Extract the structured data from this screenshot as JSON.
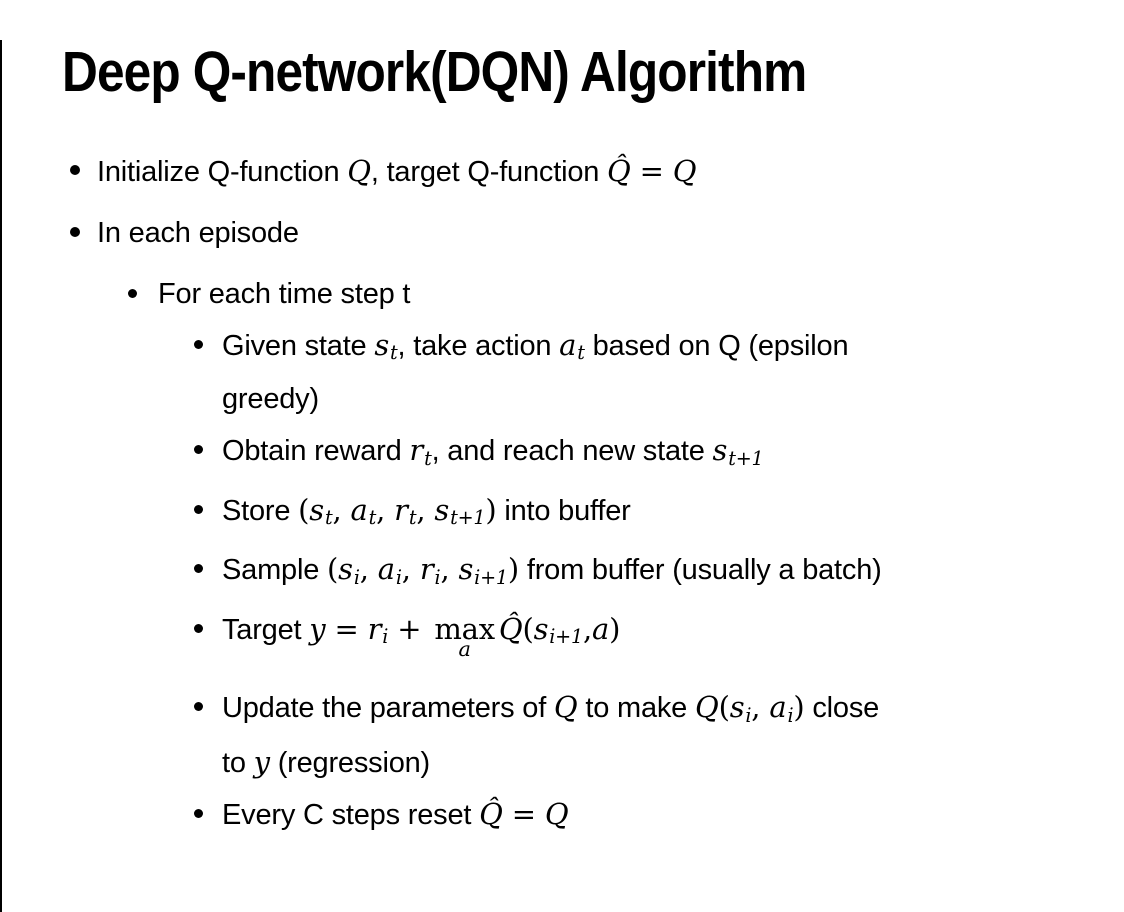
{
  "colors": {
    "text": "#000000",
    "background": "#ffffff",
    "edge_line": "#000000"
  },
  "slide": {
    "title": "Deep Q-network(DQN) Algorithm",
    "bullets": [
      {
        "level": 1,
        "segments": [
          {
            "t": "Initialize Q-function ",
            "s": "plain"
          },
          {
            "t": "Q",
            "s": "m"
          },
          {
            "t": ", target Q-function ",
            "s": "plain"
          },
          {
            "t": "Q̂",
            "s": "m"
          },
          {
            "t": " = ",
            "s": "mu"
          },
          {
            "t": "Q",
            "s": "m"
          }
        ]
      },
      {
        "level": 1,
        "segments": [
          {
            "t": "In each episode",
            "s": "plain"
          }
        ]
      },
      {
        "level": 2,
        "segments": [
          {
            "t": "For each time step t",
            "s": "plain"
          }
        ]
      },
      {
        "level": 3,
        "segments": [
          {
            "t": "Given state ",
            "s": "plain"
          },
          {
            "t": "s",
            "s": "m"
          },
          {
            "t": "t",
            "s": "sub"
          },
          {
            "t": ", take action ",
            "s": "plain"
          },
          {
            "t": "a",
            "s": "m"
          },
          {
            "t": "t",
            "s": "sub"
          },
          {
            "t": " based on Q (epsilon",
            "s": "plain"
          },
          {
            "s": "br"
          },
          {
            "t": "greedy)",
            "s": "plain"
          }
        ]
      },
      {
        "level": 3,
        "segments": [
          {
            "t": "Obtain reward ",
            "s": "plain"
          },
          {
            "t": "r",
            "s": "m"
          },
          {
            "t": "t",
            "s": "sub"
          },
          {
            "t": ", and reach new state ",
            "s": "plain"
          },
          {
            "t": "s",
            "s": "m"
          },
          {
            "t": "t+1",
            "s": "sub"
          }
        ]
      },
      {
        "level": 3,
        "segments": [
          {
            "t": "Store ",
            "s": "plain"
          },
          {
            "t": "(",
            "s": "mu"
          },
          {
            "t": "s",
            "s": "m"
          },
          {
            "t": "t",
            "s": "sub"
          },
          {
            "t": ", ",
            "s": "mu"
          },
          {
            "t": "a",
            "s": "m"
          },
          {
            "t": "t",
            "s": "sub"
          },
          {
            "t": ", ",
            "s": "mu"
          },
          {
            "t": "r",
            "s": "m"
          },
          {
            "t": "t",
            "s": "sub"
          },
          {
            "t": ", ",
            "s": "mu"
          },
          {
            "t": "s",
            "s": "m"
          },
          {
            "t": "t+1",
            "s": "sub"
          },
          {
            "t": ")",
            "s": "mu"
          },
          {
            "t": " into buffer",
            "s": "plain"
          }
        ]
      },
      {
        "level": 3,
        "segments": [
          {
            "t": "Sample ",
            "s": "plain"
          },
          {
            "t": "(",
            "s": "mu"
          },
          {
            "t": "s",
            "s": "m"
          },
          {
            "t": "i",
            "s": "sub"
          },
          {
            "t": ", ",
            "s": "mu"
          },
          {
            "t": "a",
            "s": "m"
          },
          {
            "t": "i",
            "s": "sub"
          },
          {
            "t": ", ",
            "s": "mu"
          },
          {
            "t": "r",
            "s": "m"
          },
          {
            "t": "i",
            "s": "sub"
          },
          {
            "t": ", ",
            "s": "mu"
          },
          {
            "t": "s",
            "s": "m"
          },
          {
            "t": "i+1",
            "s": "sub"
          },
          {
            "t": ")",
            "s": "mu"
          },
          {
            "t": " from buffer (usually a batch)",
            "s": "plain"
          }
        ]
      },
      {
        "level": 3,
        "segments": [
          {
            "t": "Target ",
            "s": "plain"
          },
          {
            "t": "y",
            "s": "m"
          },
          {
            "t": " = ",
            "s": "mu"
          },
          {
            "t": "r",
            "s": "m"
          },
          {
            "t": "i",
            "s": "sub"
          },
          {
            "t": " + ",
            "s": "mu"
          },
          {
            "t": "max",
            "u": "a",
            "s": "underop"
          },
          {
            "t": "Q̂",
            "s": "m"
          },
          {
            "t": "(",
            "s": "mu"
          },
          {
            "t": "s",
            "s": "m"
          },
          {
            "t": "i+1",
            "s": "sub"
          },
          {
            "t": ",",
            "s": "mu"
          },
          {
            "t": "a",
            "s": "m"
          },
          {
            "t": ")",
            "s": "mu"
          }
        ]
      },
      {
        "level": 3,
        "segments": [
          {
            "t": "Update the parameters of ",
            "s": "plain"
          },
          {
            "t": "Q",
            "s": "m"
          },
          {
            "t": " to make ",
            "s": "plain"
          },
          {
            "t": "Q",
            "s": "m"
          },
          {
            "t": "(",
            "s": "mu"
          },
          {
            "t": "s",
            "s": "m"
          },
          {
            "t": "i",
            "s": "sub"
          },
          {
            "t": ", ",
            "s": "mu"
          },
          {
            "t": "a",
            "s": "m"
          },
          {
            "t": "i",
            "s": "sub"
          },
          {
            "t": ")",
            "s": "mu"
          },
          {
            "t": " close",
            "s": "plain"
          },
          {
            "s": "br"
          },
          {
            "t": "to ",
            "s": "plain"
          },
          {
            "t": "y",
            "s": "m"
          },
          {
            "t": " (regression)",
            "s": "plain"
          }
        ]
      },
      {
        "level": 3,
        "segments": [
          {
            "t": "Every C steps reset ",
            "s": "plain"
          },
          {
            "t": "Q̂",
            "s": "m"
          },
          {
            "t": " = ",
            "s": "mu"
          },
          {
            "t": "Q",
            "s": "m"
          }
        ]
      }
    ]
  }
}
